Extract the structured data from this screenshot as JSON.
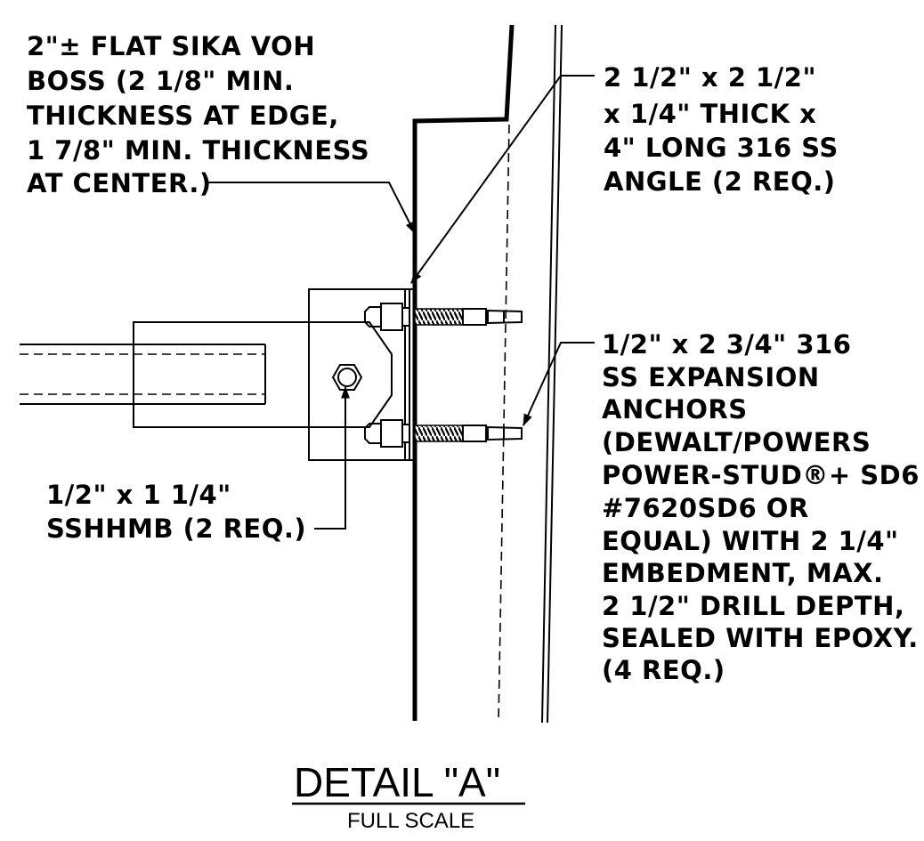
{
  "notes": {
    "boss": [
      "2\"± FLAT SIKA VOH",
      "BOSS (2 1/8\" MIN.",
      "THICKNESS AT EDGE,",
      "1 7/8\" MIN. THICKNESS",
      "AT CENTER.)"
    ],
    "angle": [
      "2 1/2\" x 2 1/2\"",
      "x 1/4\" THICK x",
      "4\" LONG 316 SS",
      "ANGLE (2 REQ.)"
    ],
    "anchors": [
      "1/2\" x 2 3/4\" 316",
      "SS EXPANSION",
      "ANCHORS",
      "(DEWALT/POWERS",
      "POWER-STUD®+ SD6",
      "#7620SD6 OR",
      "EQUAL) WITH 2 1/4\"",
      "EMBEDMENT, MAX.",
      "2 1/2\" DRILL DEPTH,",
      "SEALED WITH EPOXY.",
      "(4 REQ.)"
    ],
    "bolt": [
      "1/2\" x 1 1/4\"",
      "SSHHMB (2 REQ.)"
    ]
  },
  "title": {
    "main": "DETAIL \"A\"",
    "scale": "FULL SCALE"
  }
}
